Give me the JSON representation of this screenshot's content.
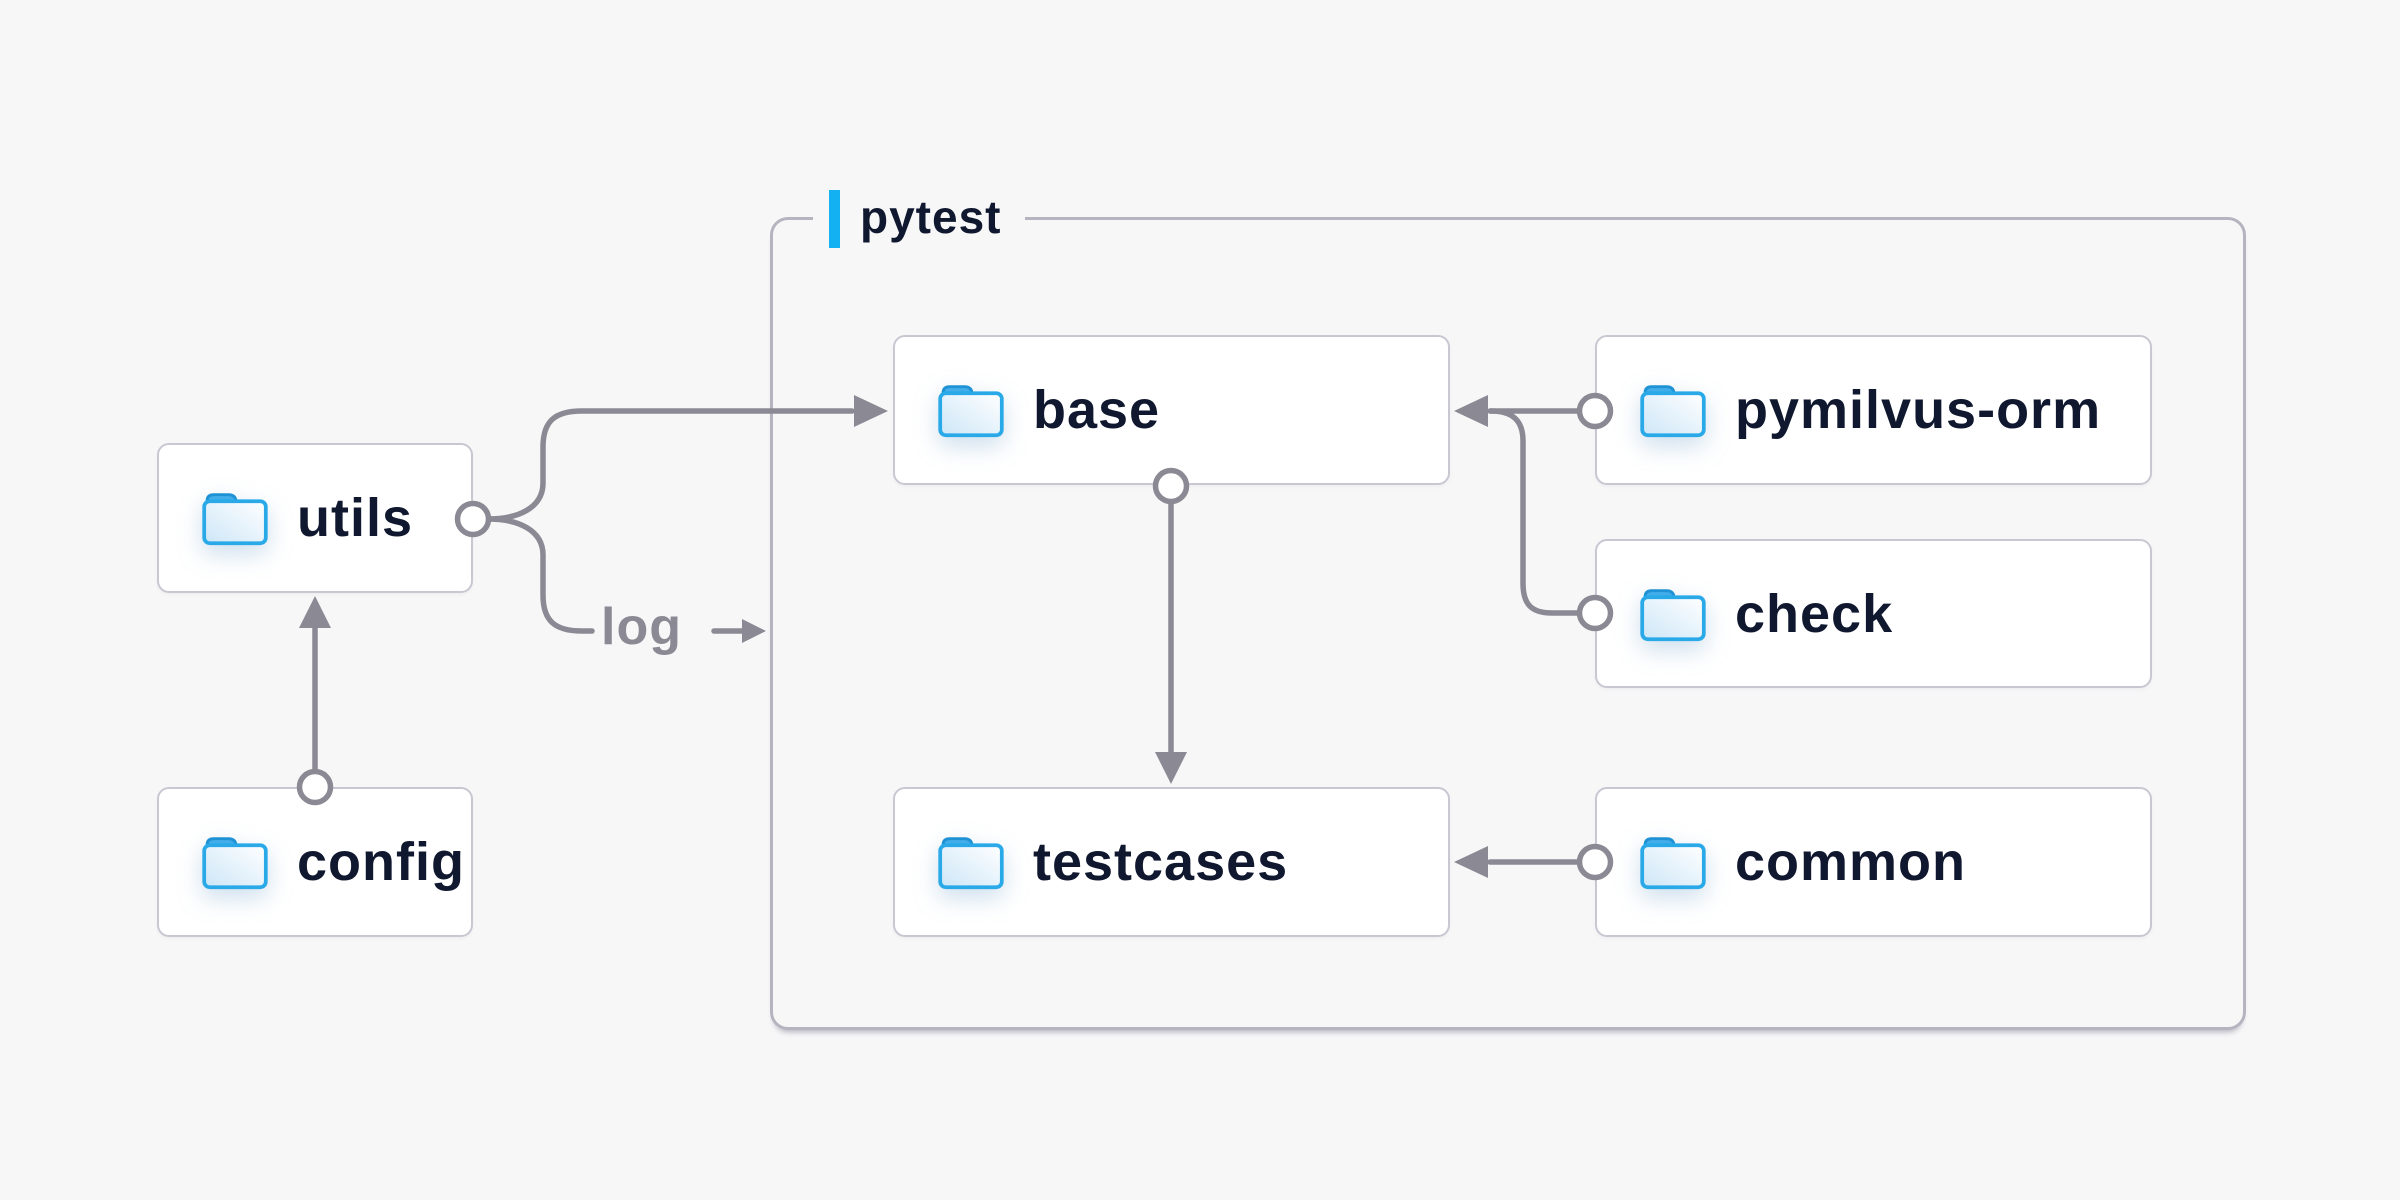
{
  "group": {
    "label": "pytest"
  },
  "nodes": [
    {
      "id": "utils",
      "label": "utils",
      "icon": "folder-icon",
      "inside_group": false
    },
    {
      "id": "config",
      "label": "config",
      "icon": "folder-icon",
      "inside_group": false
    },
    {
      "id": "base",
      "label": "base",
      "icon": "folder-icon",
      "inside_group": true
    },
    {
      "id": "pymilvus-orm",
      "label": "pymilvus-orm",
      "icon": "folder-icon",
      "inside_group": true
    },
    {
      "id": "check",
      "label": "check",
      "icon": "folder-icon",
      "inside_group": true
    },
    {
      "id": "testcases",
      "label": "testcases",
      "icon": "folder-icon",
      "inside_group": true
    },
    {
      "id": "common",
      "label": "common",
      "icon": "folder-icon",
      "inside_group": true
    }
  ],
  "edges": [
    {
      "from": "config",
      "to": "utils",
      "type": "arrow"
    },
    {
      "from": "utils",
      "to": "base",
      "type": "arrow"
    },
    {
      "from": "utils",
      "to": "pytest",
      "type": "labeled-arrow",
      "label": "log"
    },
    {
      "from": "base",
      "to": "testcases",
      "type": "arrow"
    },
    {
      "from": "pymilvus-orm",
      "to": "base",
      "type": "arrow"
    },
    {
      "from": "check",
      "to": "base",
      "type": "arrow"
    },
    {
      "from": "common",
      "to": "testcases",
      "type": "arrow"
    }
  ],
  "labels": {
    "log": "log"
  },
  "colors": {
    "background": "#f7f7f8",
    "node_fill": "#ffffff",
    "node_border": "#c9c7d1",
    "group_border": "#b6b4bf",
    "connector": "#8b8a94",
    "accent_blue": "#14b1f2",
    "folder_blue": "#29a9e8",
    "folder_tab_blue": "#43adea",
    "text": "#101830",
    "muted_text": "#8b8a94"
  }
}
